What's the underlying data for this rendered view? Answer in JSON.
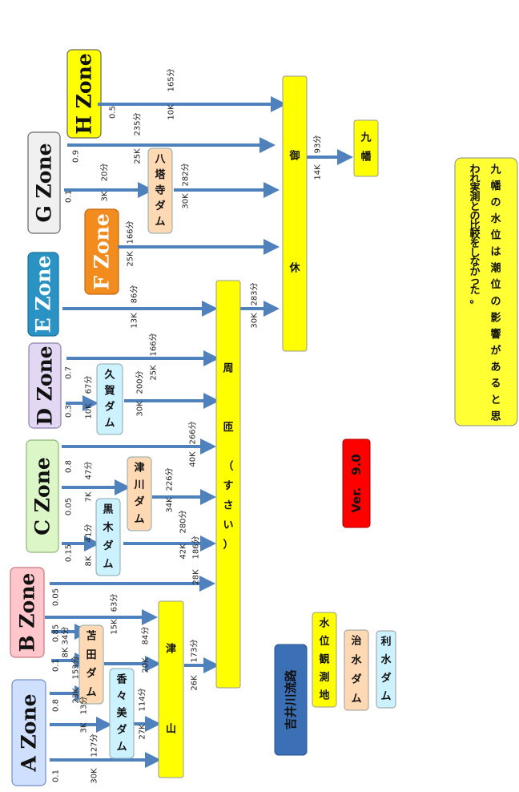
{
  "zones": [
    {
      "id": "A",
      "label": "A Zone",
      "color": "#cfe0ff",
      "stroke": "#6f8cc7"
    },
    {
      "id": "B",
      "label": "B Zone",
      "color": "#ffc7cc",
      "stroke": "#c07a80"
    },
    {
      "id": "C",
      "label": "C Zone",
      "color": "#ddf6c8",
      "stroke": "#8eb677"
    },
    {
      "id": "D",
      "label": "D Zone",
      "color": "#e2d8f4",
      "stroke": "#8f80ad"
    },
    {
      "id": "E",
      "label": "E Zone",
      "color": "#2a93c4",
      "stroke": "#1a6f99"
    },
    {
      "id": "F",
      "label": "F Zone",
      "color": "#f28c1e",
      "stroke": "#c56810"
    },
    {
      "id": "G",
      "label": "G Zone",
      "color": "#f0f0f0",
      "stroke": "#666666"
    },
    {
      "id": "H",
      "label": "H Zone",
      "color": "#ffff00",
      "stroke": "#666666"
    }
  ],
  "bars": [
    {
      "id": "tsuyama",
      "label": "津　　山"
    },
    {
      "id": "sue",
      "label": "周　　匝　（すさい）"
    },
    {
      "id": "mikyu",
      "label": "御　　　休"
    },
    {
      "id": "kuhata",
      "label": "九幡"
    }
  ],
  "dams": [
    {
      "id": "kagami",
      "label": "香々美ダム",
      "kind": "water"
    },
    {
      "id": "tomita",
      "label": "苫田ダム",
      "kind": "flood"
    },
    {
      "id": "kuroki",
      "label": "黒木ダム",
      "kind": "water"
    },
    {
      "id": "tsugawa",
      "label": "津川ダム",
      "kind": "flood"
    },
    {
      "id": "kuga",
      "label": "久賀ダム",
      "kind": "water"
    },
    {
      "id": "yatoji",
      "label": "八塔寺ダム",
      "kind": "flood"
    }
  ],
  "labels": [
    "0.1",
    "30K",
    "127分",
    "0.8",
    "3K",
    "13分",
    "23K",
    "153分",
    "27K",
    "114分",
    "0.1",
    "8K",
    "34分",
    "0.85",
    "26K",
    "173分",
    "20K",
    "84分",
    "15K",
    "63分",
    "0.05",
    "28K",
    "186分",
    "0.15",
    "8K",
    "41分",
    "42K",
    "280分",
    "0.05",
    "7K",
    "47分",
    "34K",
    "226分",
    "0.8",
    "40K",
    "266分",
    "0.3",
    "10K",
    "67分",
    "30K",
    "200分",
    "0.7",
    "25K",
    "166分",
    "13K",
    "86分",
    "30K",
    "283分",
    "25K",
    "166分",
    "0.1",
    "3K",
    "20分",
    "30K",
    "282分",
    "0.9",
    "25K",
    "235分",
    "0.5",
    "10K",
    "165分",
    "14K",
    "93分"
  ],
  "legend": {
    "title": "吉井川流路",
    "items": [
      {
        "label": "水位観測地",
        "color": "#ffff00"
      },
      {
        "label": "治水ダム",
        "color": "#ffd9b3"
      },
      {
        "label": "利水ダム",
        "color": "#cdf2ff"
      }
    ]
  },
  "version": "Ver.　9.0",
  "note": [
    "九幡の水位は潮位の影響があると思",
    "われ実測との比較をしなかった。"
  ],
  "colors": {
    "arrow": "#4f81bd",
    "bar": "#ffff00",
    "flood_dam": "#ffd9b3",
    "water_dam": "#cdf2ff",
    "version_bg": "#ff0000",
    "legend_title_bg": "#3b6fb6"
  }
}
